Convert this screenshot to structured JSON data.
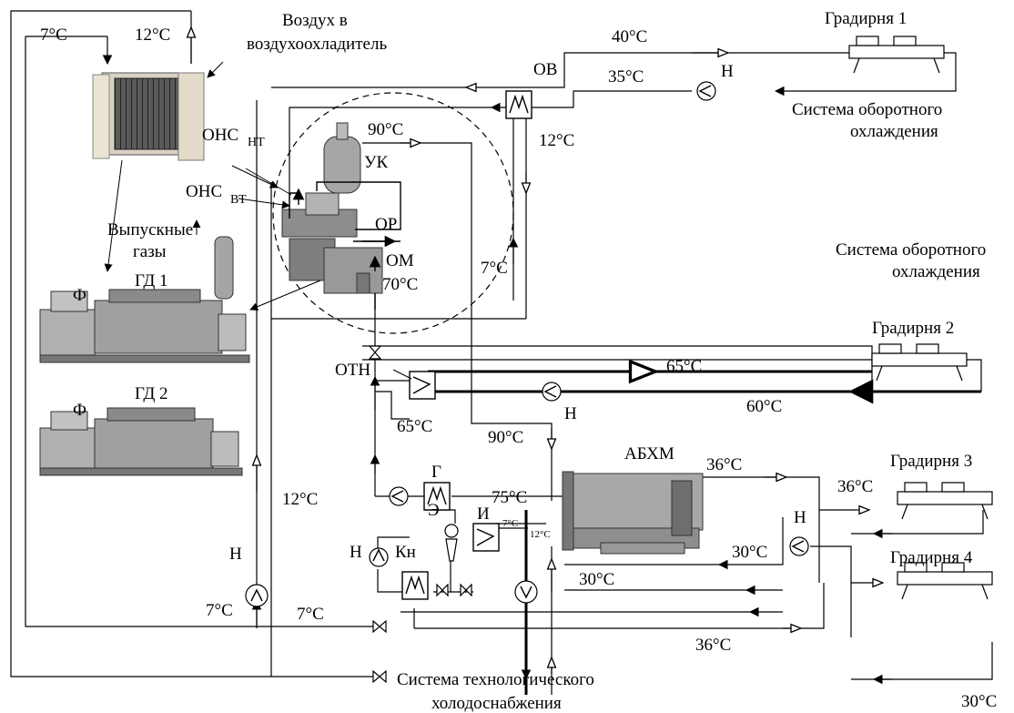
{
  "diagram": {
    "cooling_tower_1": "Градирня 1",
    "cooling_tower_2": "Градирня 2",
    "cooling_tower_3": "Градирня 3",
    "cooling_tower_4": "Градирня 4",
    "air_to_cooler_line1": "Воздух в",
    "air_to_cooler_line2": "воздухоохладитель",
    "recirc_system_1_line1": "Система оборотного",
    "recirc_system_1_line2": "охлаждения",
    "recirc_system_2_line1": "Система оборотного",
    "recirc_system_2_line2": "охлаждения",
    "process_cooling_line1": "Система технологического",
    "process_cooling_line2": "холодоснабжения",
    "exhaust_line1": "Выпускные",
    "exhaust_line2": "газы",
    "gen_1": "ГД 1",
    "gen_2": "ГД 2",
    "filter_1": "Ф",
    "filter_2": "Ф",
    "ov": "ОВ",
    "uk": "УК",
    "or": "ОР",
    "om": "ОМ",
    "ons": "ОНС",
    "ons_ht_sub": "НТ",
    "ons_vt_sub": "ВТ",
    "otn": "ОТН",
    "abhm": "АБХМ",
    "g": "Г",
    "e": "Э",
    "i": "И",
    "kn": "Кн",
    "pump_h1": "Н",
    "pump_h2": "Н",
    "pump_h3": "Н",
    "pump_h4": "Н",
    "pump_h5": "Н",
    "t_12_top": "12°C",
    "t_7_top": "7°C",
    "t_40": "40°C",
    "t_35": "35°C",
    "t_90_top": "90°C",
    "t_12_ov": "12°C",
    "t_7_mid": "7°C",
    "t_70": "70°C",
    "t_65_top": "65°C",
    "t_60": "60°C",
    "t_65_otn": "65°C",
    "t_90_mid": "90°C",
    "t_75": "75°C",
    "t_36_top": "36°C",
    "t_36_g3": "36°C",
    "t_12_left": "12°C",
    "t_7_i": "7°C",
    "t_12_i": "12°C",
    "t_30_right": "30°C",
    "t_30_mid": "30°C",
    "t_7_low_left": "7°C",
    "t_7_low": "7°C",
    "t_36_bottom": "36°C",
    "t_30_bottom": "30°C"
  }
}
